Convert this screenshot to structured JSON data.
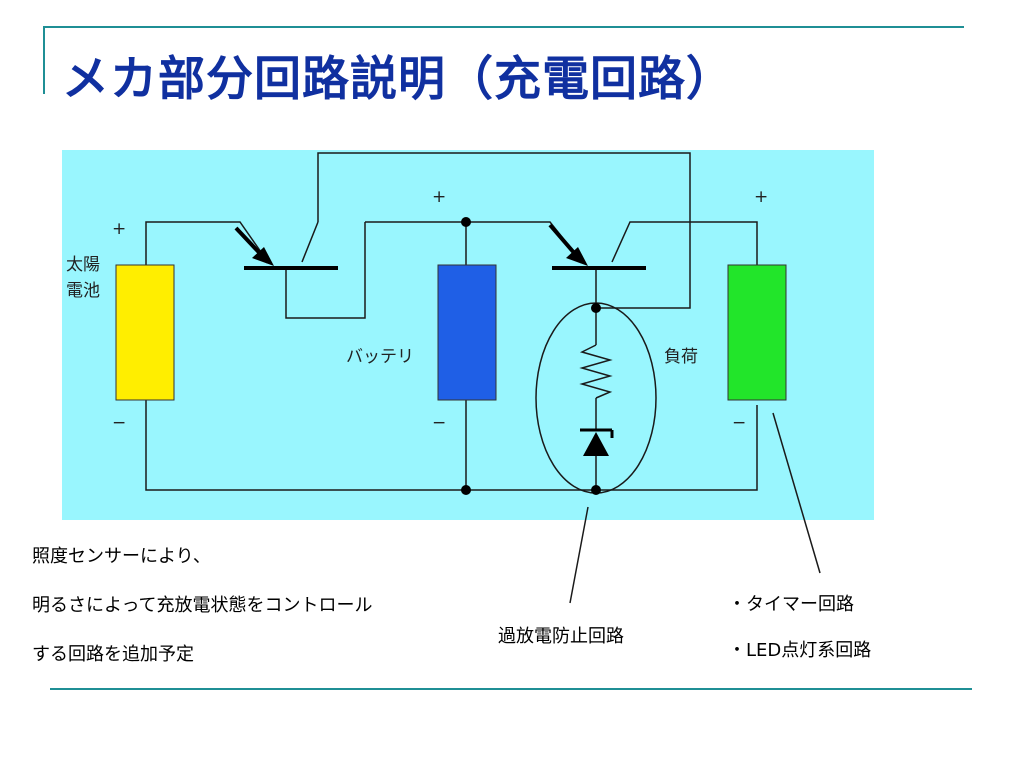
{
  "slide": {
    "title": "メカ部分回路説明（充電回路）"
  },
  "diagram": {
    "solar_label_line1": "太陽",
    "solar_label_line2": "電池",
    "battery_label": "バッテリ",
    "load_label": "負荷",
    "plus": "+",
    "minus": "−"
  },
  "notes": {
    "left_line1": "照度センサーにより、",
    "left_line2": "明るさによって充放電状態をコントロール",
    "left_line3": "する回路を追加予定",
    "center": "過放電防止回路",
    "right_line1": "・タイマー回路",
    "right_line2": "・LED点灯系回路"
  },
  "colors": {
    "panel": "#99f6fe",
    "solar": "#ffee00",
    "battery": "#1f5fe6",
    "load": "#22e52a",
    "title": "#1030a0",
    "accent": "#1f8f95"
  }
}
